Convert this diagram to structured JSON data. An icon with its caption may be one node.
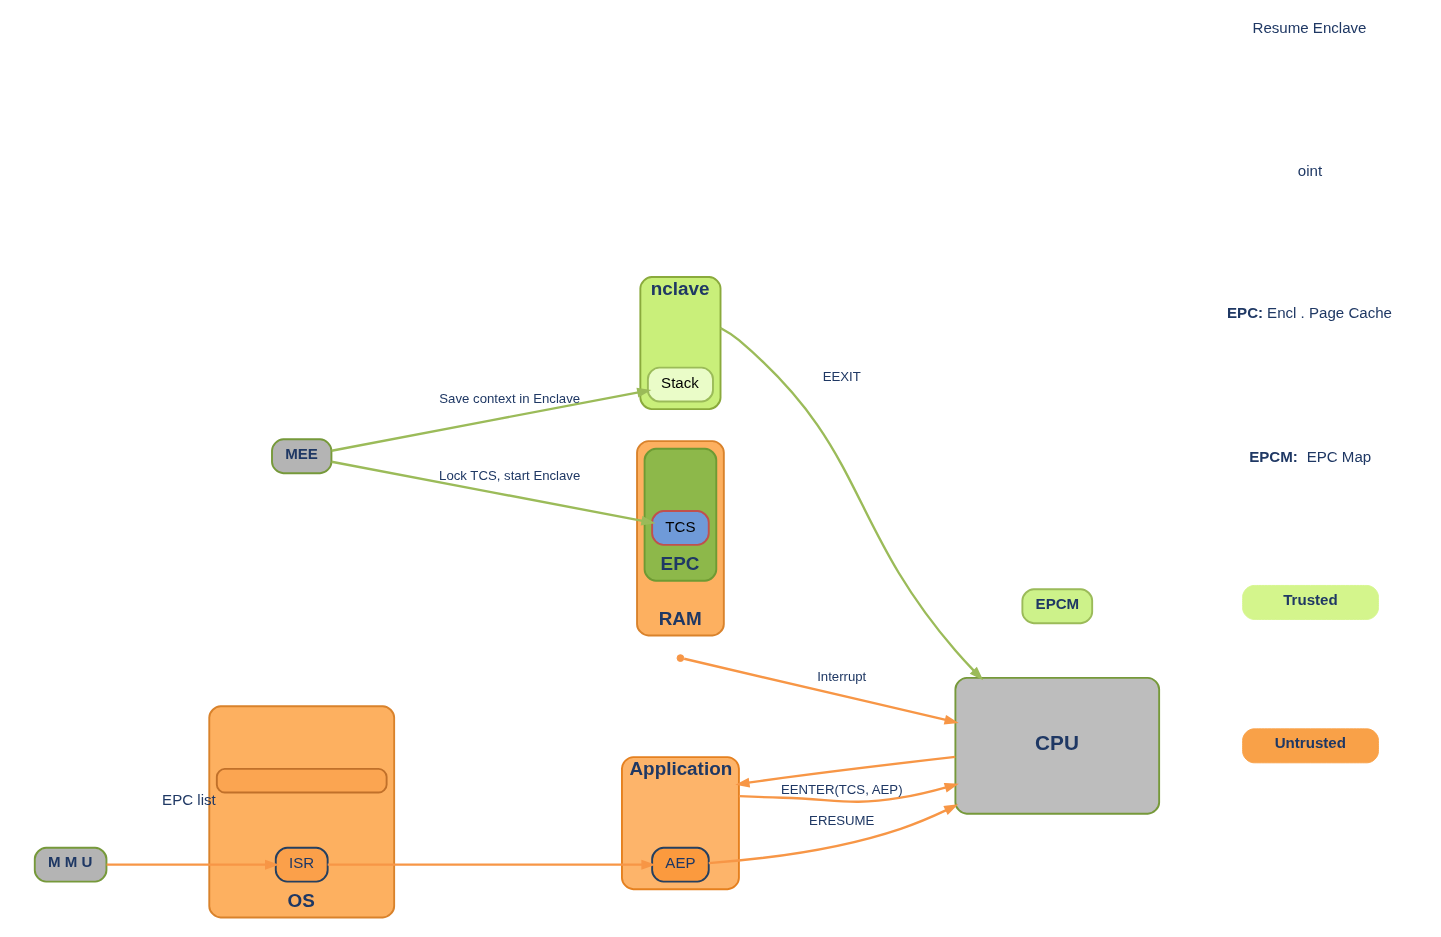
{
  "diagram": {
    "nodes": [
      {
        "text": [
          "Application"
        ]
      },
      {
        "text": [
          "AEP"
        ],
        "in": 0
      },
      {
        "text": [
          "nclave"
        ]
      },
      {
        "text": [
          "Stack"
        ],
        "in": 2
      },
      {
        "text": [
          "OS"
        ]
      },
      {
        "text": [],
        "shape": "bar",
        "beside": [
          "EPC list"
        ],
        "in": 4
      },
      {
        "text": [
          "ISR"
        ],
        "in": 4
      },
      {
        "text": [
          "RAM"
        ]
      },
      {
        "text": [
          "EPC"
        ],
        "in": 7
      },
      {
        "text": [
          "TCS"
        ],
        "in": 8
      },
      {
        "text": [
          "EPCM"
        ]
      },
      {
        "text": [
          "M M U"
        ]
      },
      {
        "text": [
          "MEE"
        ]
      },
      {
        "text": [
          "CPU"
        ]
      }
    ],
    "edges": [
      {
        "from": 0,
        "to": 13,
        "arrow": "to",
        "label": "EENTER(TCS, AEP)"
      },
      {
        "from": 1,
        "to": 13,
        "arrow": "to",
        "label": "ERESUME"
      },
      {
        "from": 13,
        "to": 0,
        "arrow": "to"
      },
      {
        "from": 2,
        "to": 13,
        "arrow": "to",
        "label": "EEXIT",
        "color": "#9bbb59"
      },
      {
        "from": null,
        "to": 13,
        "arrow": "to",
        "label": "Interrupt"
      },
      {
        "from": 11,
        "to": 6,
        "arrow": "to"
      },
      {
        "from": 6,
        "to": 1,
        "arrow": "to"
      },
      {
        "from": 12,
        "to": 3,
        "arrow": "to",
        "label": "Save context in Enclave",
        "color": "#9bbb59"
      },
      {
        "from": 12,
        "to": 9,
        "arrow": "to",
        "label": "Lock TCS, start Enclave",
        "color": "#9bbb59"
      }
    ],
    "labels": [
      "Resume Enclave",
      "oint",
      "**EPC:** Encl . Page Cache",
      "**EPCM:**  EPC Map"
    ],
    "legend": [
      {
        "text": "Trusted",
        "color": "#d4f58c"
      },
      {
        "text": "Untrusted",
        "color": "#f9a148"
      }
    ]
  }
}
